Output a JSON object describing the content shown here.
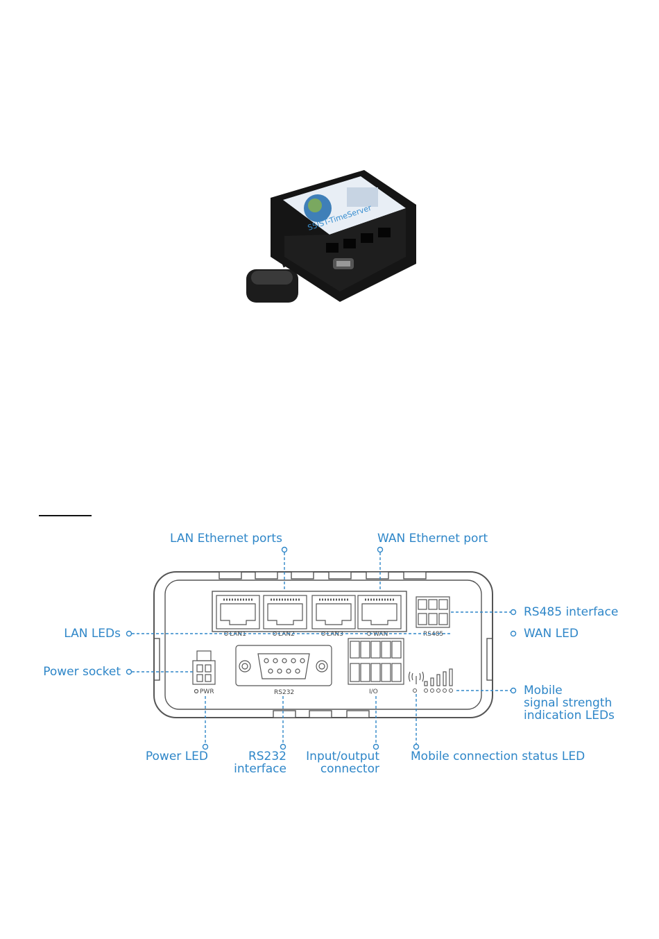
{
  "device_photo": {
    "brand_label": "S5IST-TimeServer"
  },
  "diagram": {
    "callouts": {
      "lan_ethernet_ports": "LAN Ethernet ports",
      "wan_ethernet_port": "WAN Ethernet port",
      "rs485_interface": "RS485 interface",
      "wan_led": "WAN LED",
      "lan_leds": "LAN LEDs",
      "power_socket": "Power socket",
      "mobile_signal_line1": "Mobile",
      "mobile_signal_line2": "signal strength",
      "mobile_signal_line3": "indication LEDs",
      "power_led": "Power LED",
      "rs232_line1": "RS232",
      "rs232_line2": "interface",
      "io_line1": "Input/output",
      "io_line2": "connector",
      "mobile_status_led": "Mobile connection status LED"
    },
    "port_labels": {
      "lan1": "LAN1",
      "lan2": "LAN2",
      "lan3": "LAN3",
      "wan": "WAN",
      "rs485": "RS485",
      "rs232": "RS232",
      "io": "I/O",
      "pwr": "PWR"
    }
  },
  "colors": {
    "callout_blue": "#2e86c8",
    "device_outline": "#555555"
  }
}
